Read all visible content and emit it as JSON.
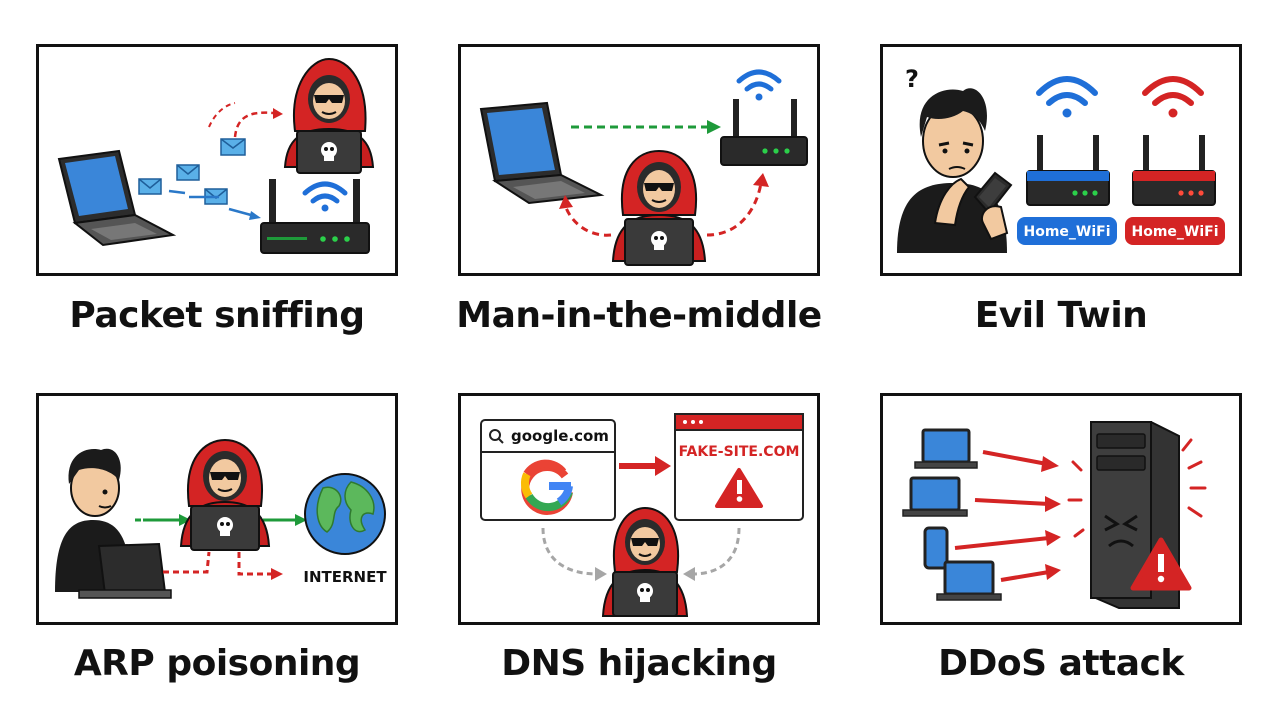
{
  "panels": [
    {
      "id": "packet-sniffing",
      "title": "Packet sniffing"
    },
    {
      "id": "man-in-the-middle",
      "title": "Man-in-the-middle"
    },
    {
      "id": "evil-twin",
      "title": "Evil Twin",
      "wifi_labels": [
        "Home_WiFi",
        "Home_WiFi"
      ],
      "question_mark": "?"
    },
    {
      "id": "arp-poisoning",
      "title": "ARP poisoning",
      "internet_label": "INTERNET"
    },
    {
      "id": "dns-hijacking",
      "title": "DNS hijacking",
      "url": "google.com",
      "fake_site": "FAKE-SITE.COM",
      "google_letter": "G"
    },
    {
      "id": "ddos-attack",
      "title": "DDoS attack"
    }
  ],
  "colors": {
    "attacker_red": "#d42424",
    "wifi_blue": "#1f6fd8",
    "wifi_red": "#d42424",
    "arrow_green": "#1e9a3a",
    "arrow_gray": "#a6a6a6",
    "envelope_blue": "#5ab0e8"
  },
  "icons": [
    "laptop-icon",
    "router-icon",
    "wifi-icon",
    "hacker-icon",
    "skull-icon",
    "envelope-icon",
    "phone-icon",
    "globe-icon",
    "server-icon",
    "warning-icon",
    "search-icon"
  ]
}
